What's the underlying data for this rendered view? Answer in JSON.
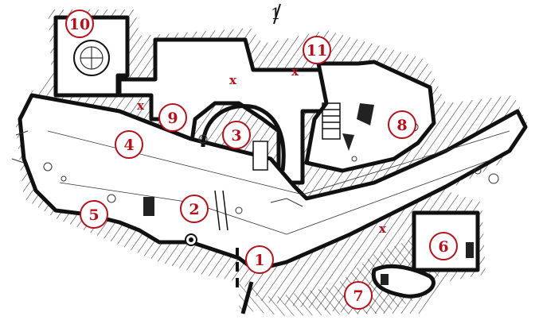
{
  "map": {
    "background_color": "#ffffff",
    "ink_color": "#111111",
    "label_color": "#b1121c",
    "north_marker": "1",
    "rooms": [
      {
        "id": "1",
        "label": "1"
      },
      {
        "id": "2",
        "label": "2"
      },
      {
        "id": "3",
        "label": "3"
      },
      {
        "id": "4",
        "label": "4"
      },
      {
        "id": "5",
        "label": "5"
      },
      {
        "id": "6",
        "label": "6"
      },
      {
        "id": "7",
        "label": "7"
      },
      {
        "id": "8",
        "label": "8"
      },
      {
        "id": "9",
        "label": "9"
      },
      {
        "id": "10",
        "label": "10"
      },
      {
        "id": "11",
        "label": "11"
      }
    ],
    "markers": [
      "x",
      "x",
      "x",
      "x"
    ],
    "icons": [
      "well-icon",
      "ladder-icon",
      "stairs-icon",
      "pillar-icon",
      "crate-icon"
    ]
  }
}
